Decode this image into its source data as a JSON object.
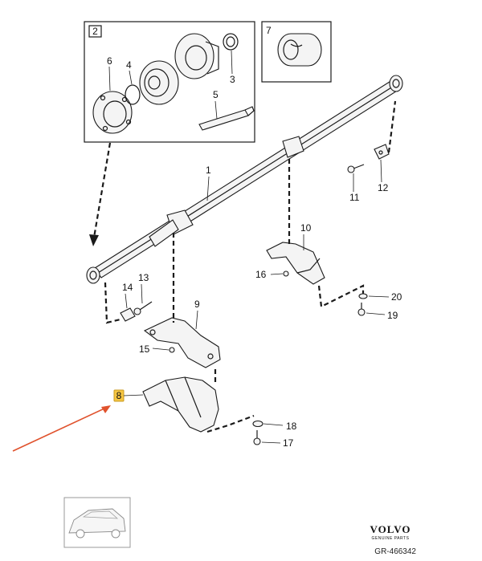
{
  "diagram": {
    "inset_tags": {
      "assembly": "2",
      "bearing": "7"
    },
    "parts": [
      {
        "id": "p1",
        "label": "1"
      },
      {
        "id": "p3",
        "label": "3"
      },
      {
        "id": "p4",
        "label": "4"
      },
      {
        "id": "p5",
        "label": "5"
      },
      {
        "id": "p6",
        "label": "6"
      },
      {
        "id": "p8",
        "label": "8"
      },
      {
        "id": "p9",
        "label": "9"
      },
      {
        "id": "p10",
        "label": "10"
      },
      {
        "id": "p11",
        "label": "11"
      },
      {
        "id": "p12",
        "label": "12"
      },
      {
        "id": "p13",
        "label": "13"
      },
      {
        "id": "p14",
        "label": "14"
      },
      {
        "id": "p15",
        "label": "15"
      },
      {
        "id": "p16",
        "label": "16"
      },
      {
        "id": "p17",
        "label": "17"
      },
      {
        "id": "p18",
        "label": "18"
      },
      {
        "id": "p19",
        "label": "19"
      },
      {
        "id": "p20",
        "label": "20"
      }
    ],
    "highlighted_part": "8",
    "highlight_color": "#f5c542",
    "arrow_color": "#e0522d"
  },
  "footer": {
    "brand": "VOLVO",
    "brand_sub": "GENUINE PARTS",
    "reference": "GR-466342"
  }
}
